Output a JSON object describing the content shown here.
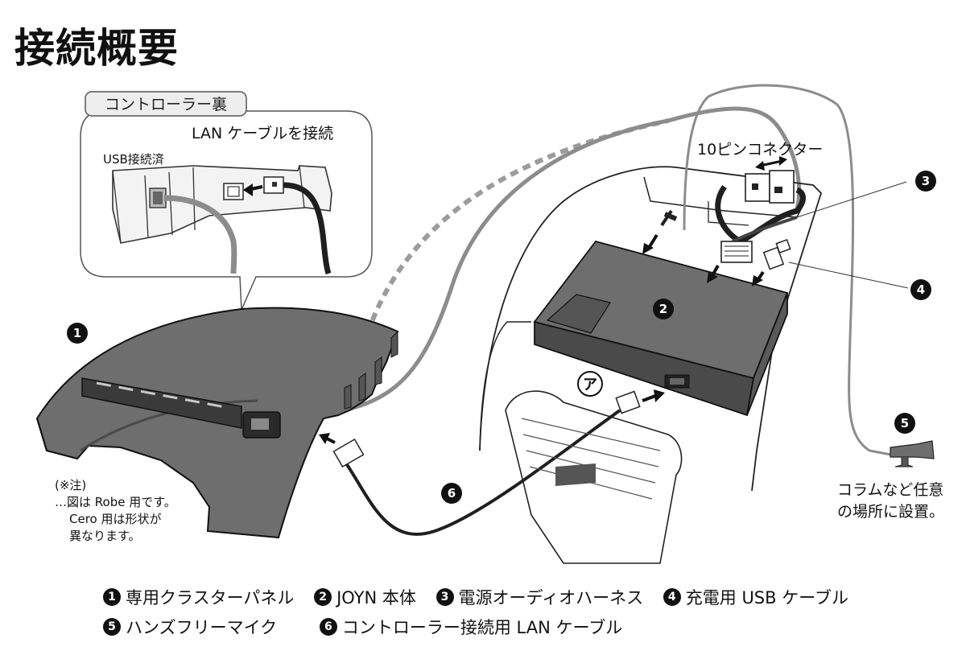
{
  "title": "接続概要",
  "callout": {
    "header": "コントローラー裏",
    "lan_label": "LAN ケーブルを接続",
    "usb_label": "USB接続済"
  },
  "connector_label": "10ピンコネクター",
  "connection_mark": "ア",
  "numbers": [
    "1",
    "2",
    "3",
    "4",
    "5",
    "6"
  ],
  "note": {
    "lines": [
      "(※注)",
      "…図は Robe 用です。",
      "Cero 用は形状が",
      "異なります。"
    ]
  },
  "placement_note": [
    "コラムなど任意",
    "の場所に設置。"
  ],
  "legend": [
    {
      "num": "1",
      "label": "専用クラスターパネル"
    },
    {
      "num": "2",
      "label": "JOYN 本体"
    },
    {
      "num": "3",
      "label": "電源オーディオハーネス"
    },
    {
      "num": "4",
      "label": "充電用 USB ケーブル"
    },
    {
      "num": "5",
      "label": "ハンズフリーマイク"
    },
    {
      "num": "6",
      "label": "コントローラー接続用 LAN ケーブル"
    }
  ],
  "colors": {
    "panel": "#6e6e6e",
    "panel_dark": "#4a4a4a",
    "cable_gray": "#8c8c8c",
    "cable_dark": "#1f1f1f",
    "outline": "#222222",
    "badge": "#111111"
  }
}
